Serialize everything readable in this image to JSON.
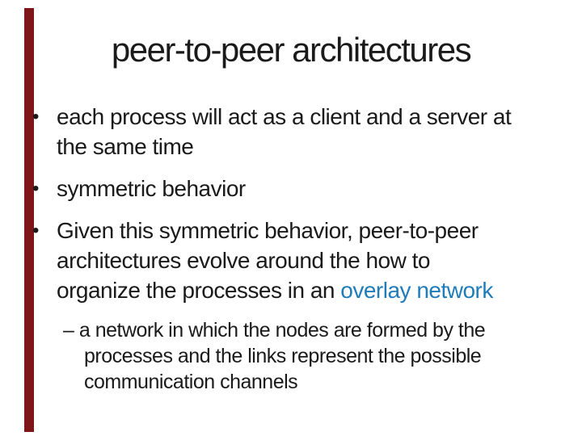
{
  "slide": {
    "title": "peer-to-peer architectures",
    "bullet_glyph": "•",
    "colors": {
      "accent_bar": "#7E1518",
      "link": "#1F7CB8",
      "text": "#1A1A1A",
      "background": "#FFFFFF"
    },
    "bullets": [
      {
        "lines": [
          "each process will act as a client and a server at",
          "the same time"
        ]
      },
      {
        "lines": [
          "symmetric behavior"
        ]
      },
      {
        "lines": [
          "Given this symmetric behavior, peer-to-peer",
          "architectures evolve around the how to"
        ],
        "last_line": {
          "prefix": "organize the processes in an ",
          "link": "overlay network"
        }
      }
    ],
    "sub_bullet": {
      "lines": [
        "– a network in which the nodes are formed by the",
        "processes and the links represent the possible",
        "communication channels"
      ]
    }
  }
}
